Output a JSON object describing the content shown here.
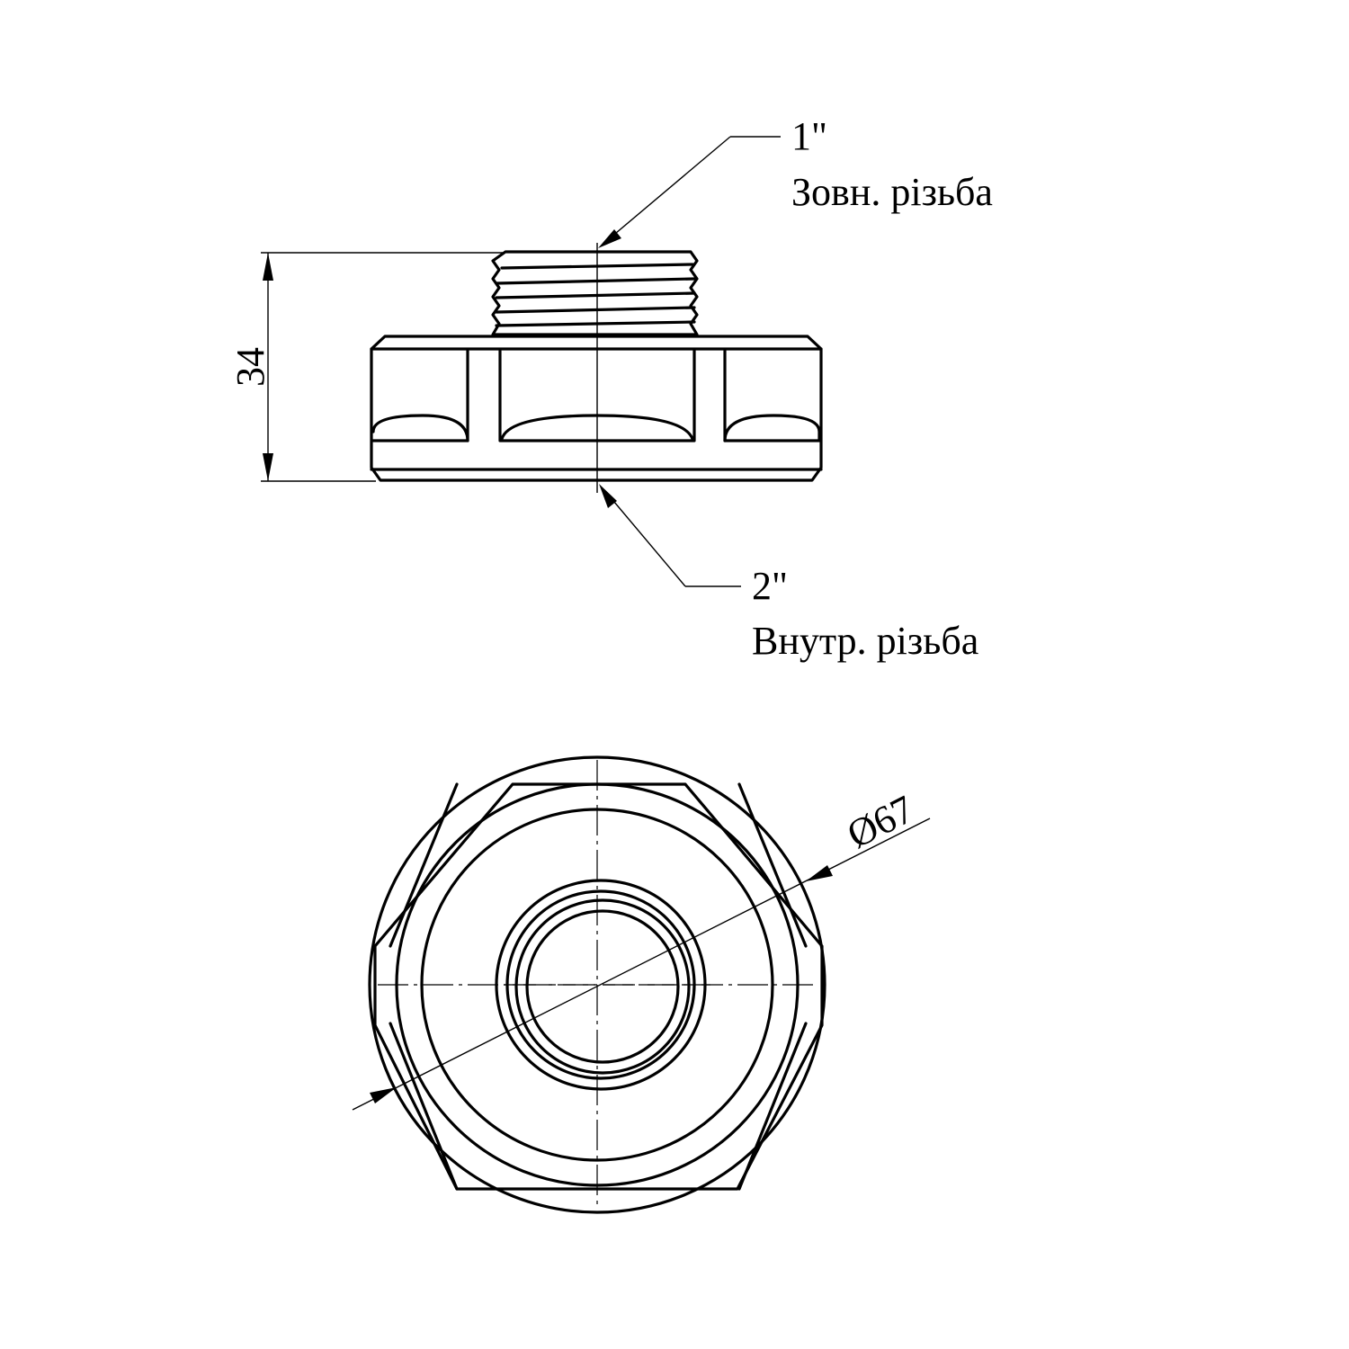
{
  "side_view": {
    "height_dimension": "34",
    "top_thread": {
      "size": "1\"",
      "type": "Зовн. різьба"
    },
    "bottom_thread": {
      "size": "2\"",
      "type": "Внутр. різьба"
    }
  },
  "top_view": {
    "diameter_dimension": "Ø67"
  }
}
